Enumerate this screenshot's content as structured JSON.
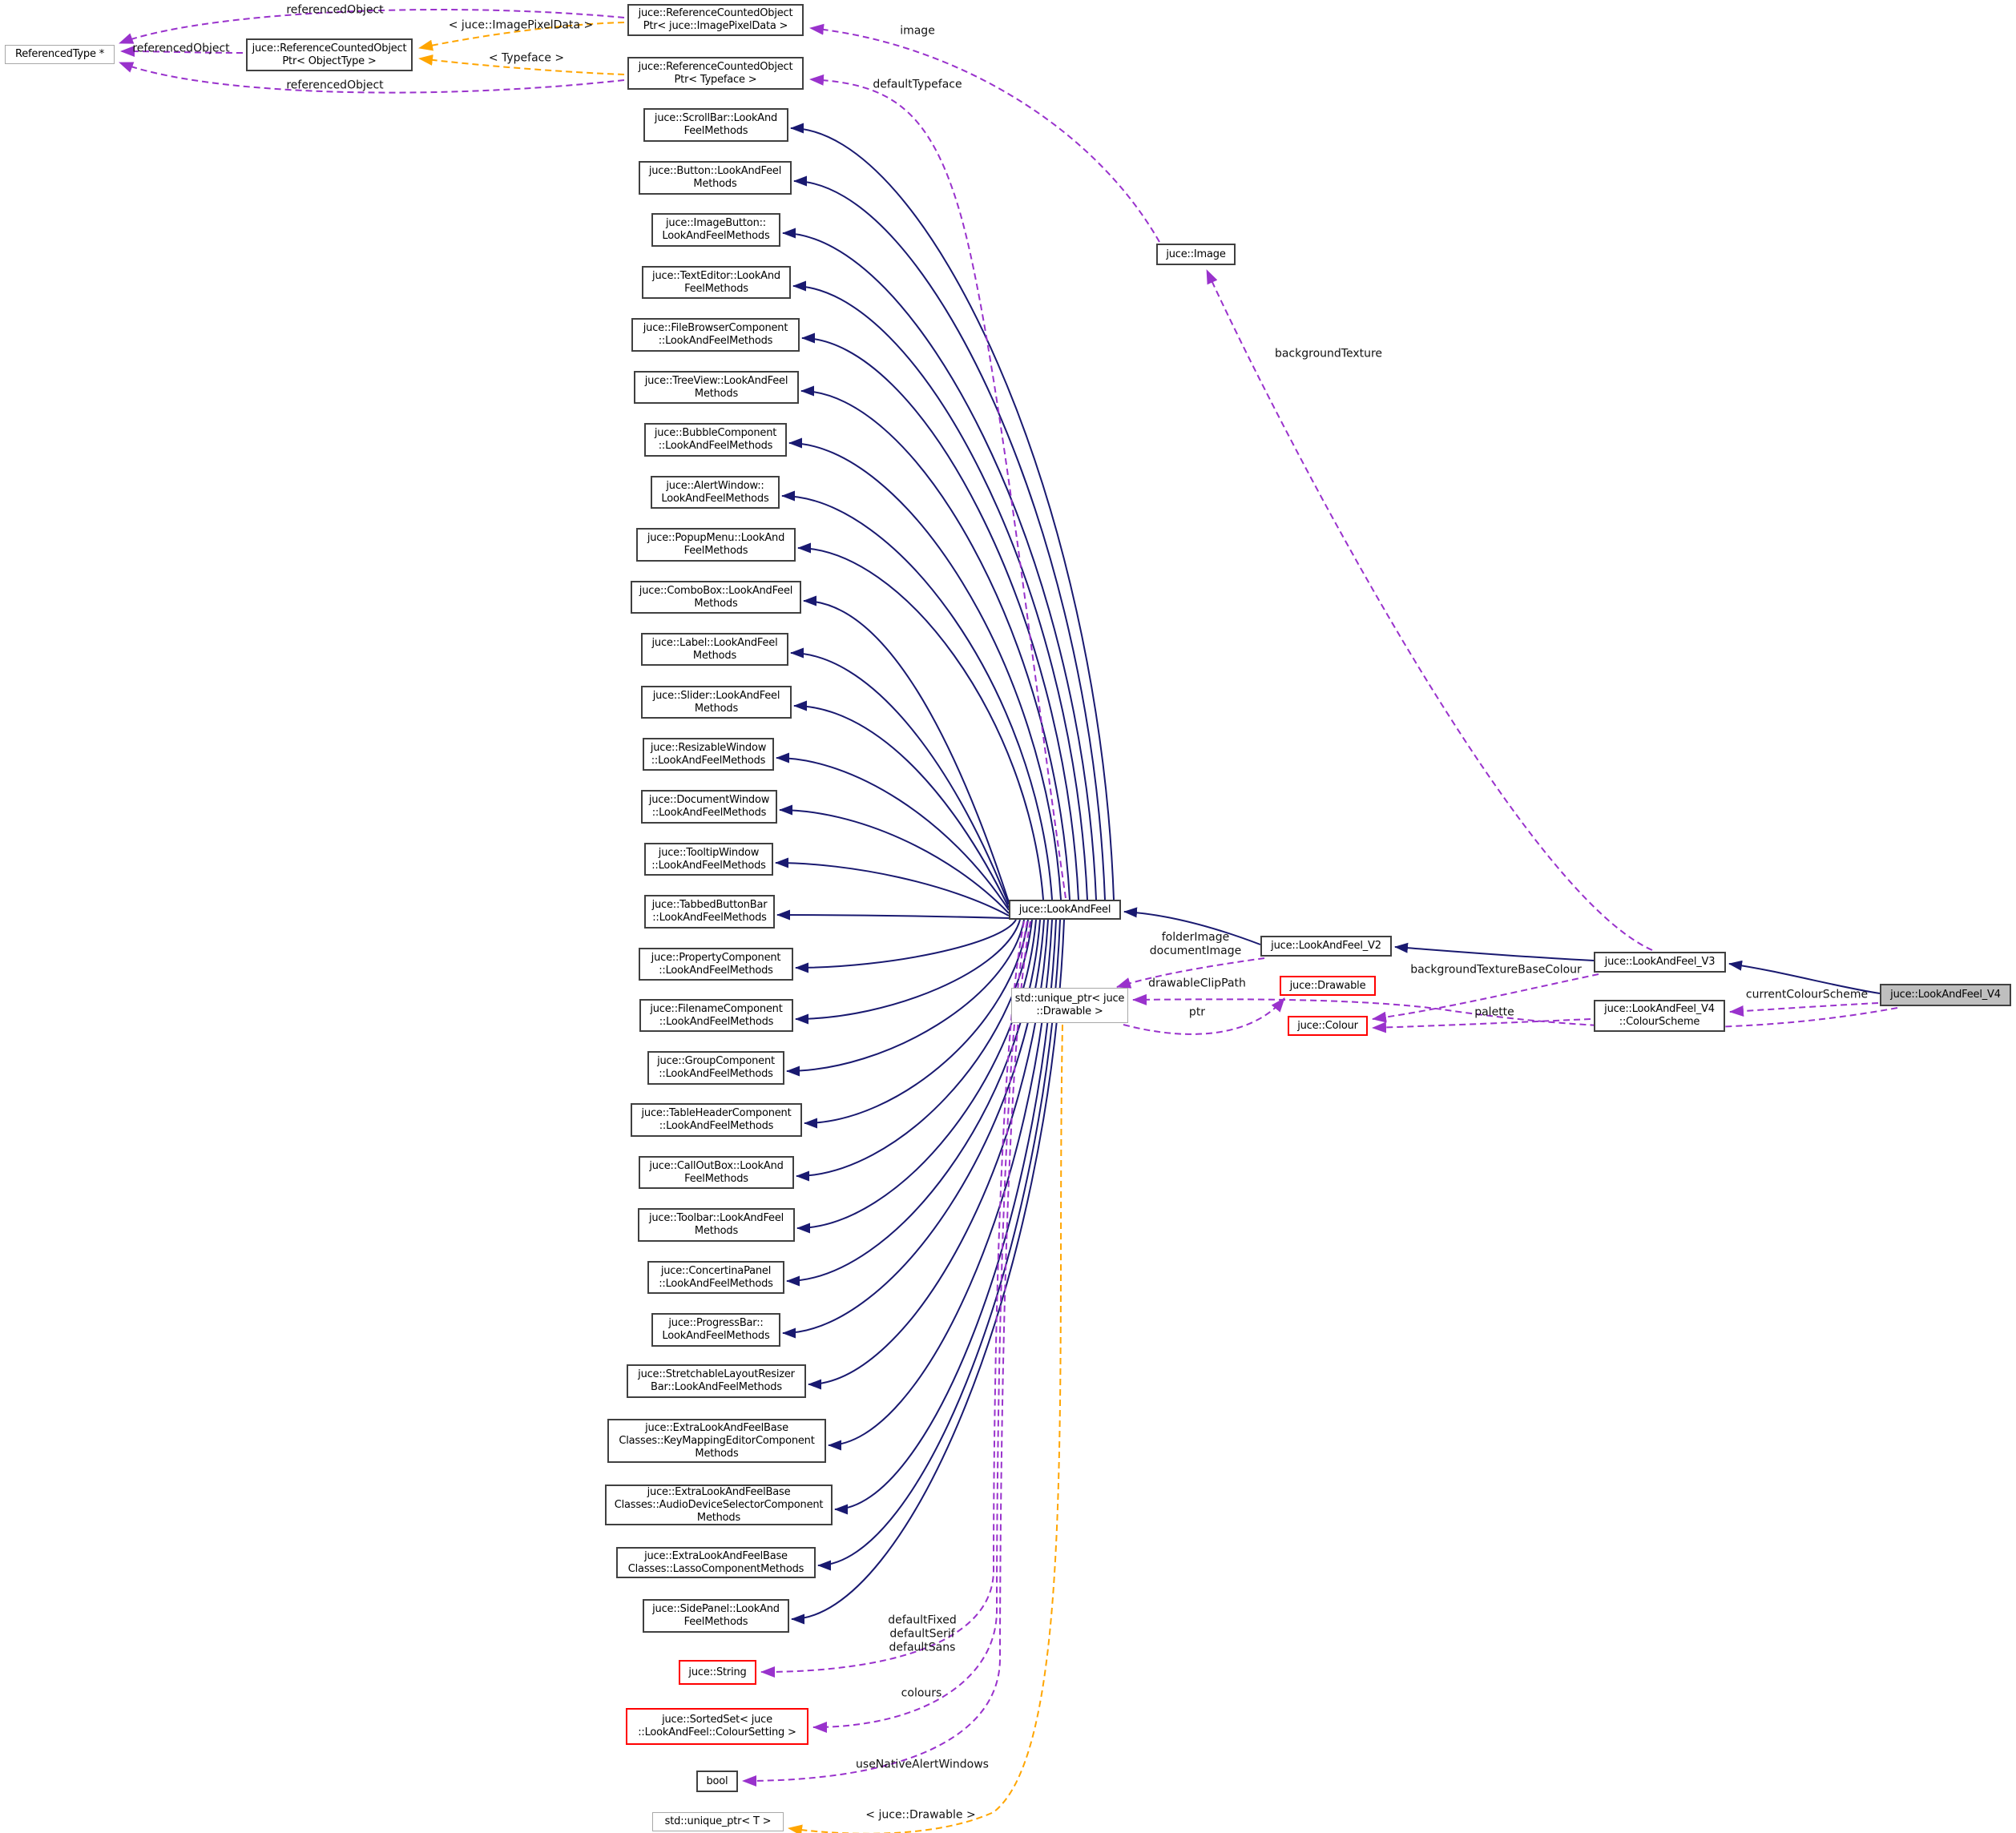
{
  "diagram": {
    "type": "doxygen-collaboration-graph",
    "target_class": "juce::LookAndFeel_V4",
    "colors": {
      "inheritance_edge": "#191970",
      "usage_edge": "#9932cc",
      "template_edge": "#ffa500",
      "node_border": "#404040",
      "external_node_border": "#ff0000",
      "helper_node_border": "#a8a8a8",
      "target_node_fill": "#bfbfbf",
      "background": "#ffffff"
    }
  },
  "nodes": [
    {
      "id": "referencedtype",
      "label": "ReferencedType *",
      "kind": "gray"
    },
    {
      "id": "rco_objecttype",
      "label": "juce::ReferenceCountedObject\nPtr< ObjectType >",
      "kind": "normal"
    },
    {
      "id": "rco_imagepixeldata",
      "label": "juce::ReferenceCountedObject\nPtr< juce::ImagePixelData >",
      "kind": "normal"
    },
    {
      "id": "rco_typeface",
      "label": "juce::ReferenceCountedObject\nPtr< Typeface >",
      "kind": "normal"
    },
    {
      "id": "image",
      "label": "juce::Image",
      "kind": "normal"
    },
    {
      "id": "scrollbar",
      "label": "juce::ScrollBar::LookAnd\nFeelMethods",
      "kind": "normal"
    },
    {
      "id": "button",
      "label": "juce::Button::LookAndFeel\nMethods",
      "kind": "normal"
    },
    {
      "id": "imagebutton",
      "label": "juce::ImageButton::\nLookAndFeelMethods",
      "kind": "normal"
    },
    {
      "id": "texteditor",
      "label": "juce::TextEditor::LookAnd\nFeelMethods",
      "kind": "normal"
    },
    {
      "id": "filebrowser",
      "label": "juce::FileBrowserComponent\n::LookAndFeelMethods",
      "kind": "normal"
    },
    {
      "id": "treeview",
      "label": "juce::TreeView::LookAndFeel\nMethods",
      "kind": "normal"
    },
    {
      "id": "bubble",
      "label": "juce::BubbleComponent\n::LookAndFeelMethods",
      "kind": "normal"
    },
    {
      "id": "alertwindow",
      "label": "juce::AlertWindow::\nLookAndFeelMethods",
      "kind": "normal"
    },
    {
      "id": "popupmenu",
      "label": "juce::PopupMenu::LookAnd\nFeelMethods",
      "kind": "normal"
    },
    {
      "id": "combobox",
      "label": "juce::ComboBox::LookAndFeel\nMethods",
      "kind": "normal"
    },
    {
      "id": "label",
      "label": "juce::Label::LookAndFeel\nMethods",
      "kind": "normal"
    },
    {
      "id": "slider",
      "label": "juce::Slider::LookAndFeel\nMethods",
      "kind": "normal"
    },
    {
      "id": "resizablewindow",
      "label": "juce::ResizableWindow\n::LookAndFeelMethods",
      "kind": "normal"
    },
    {
      "id": "documentwindow",
      "label": "juce::DocumentWindow\n::LookAndFeelMethods",
      "kind": "normal"
    },
    {
      "id": "tooltipwindow",
      "label": "juce::TooltipWindow\n::LookAndFeelMethods",
      "kind": "normal"
    },
    {
      "id": "tabbedbuttonbar",
      "label": "juce::TabbedButtonBar\n::LookAndFeelMethods",
      "kind": "normal"
    },
    {
      "id": "propertycomponent",
      "label": "juce::PropertyComponent\n::LookAndFeelMethods",
      "kind": "normal"
    },
    {
      "id": "filenamecomponent",
      "label": "juce::FilenameComponent\n::LookAndFeelMethods",
      "kind": "normal"
    },
    {
      "id": "groupcomponent",
      "label": "juce::GroupComponent\n::LookAndFeelMethods",
      "kind": "normal"
    },
    {
      "id": "tableheader",
      "label": "juce::TableHeaderComponent\n::LookAndFeelMethods",
      "kind": "normal"
    },
    {
      "id": "calloutbox",
      "label": "juce::CallOutBox::LookAnd\nFeelMethods",
      "kind": "normal"
    },
    {
      "id": "toolbar",
      "label": "juce::Toolbar::LookAndFeel\nMethods",
      "kind": "normal"
    },
    {
      "id": "concertina",
      "label": "juce::ConcertinaPanel\n::LookAndFeelMethods",
      "kind": "normal"
    },
    {
      "id": "progressbar",
      "label": "juce::ProgressBar::\nLookAndFeelMethods",
      "kind": "normal"
    },
    {
      "id": "stretchable",
      "label": "juce::StretchableLayoutResizer\nBar::LookAndFeelMethods",
      "kind": "normal"
    },
    {
      "id": "keymapping",
      "label": "juce::ExtraLookAndFeelBase\nClasses::KeyMappingEditorComponent\nMethods",
      "kind": "normal"
    },
    {
      "id": "audiodevice",
      "label": "juce::ExtraLookAndFeelBase\nClasses::AudioDeviceSelectorComponent\nMethods",
      "kind": "normal"
    },
    {
      "id": "lasso",
      "label": "juce::ExtraLookAndFeelBase\nClasses::LassoComponentMethods",
      "kind": "normal"
    },
    {
      "id": "sidepanel",
      "label": "juce::SidePanel::LookAnd\nFeelMethods",
      "kind": "normal"
    },
    {
      "id": "string",
      "label": "juce::String",
      "kind": "red"
    },
    {
      "id": "sortedset",
      "label": "juce::SortedSet< juce\n::LookAndFeel::ColourSetting >",
      "kind": "red"
    },
    {
      "id": "bool",
      "label": "bool",
      "kind": "plain"
    },
    {
      "id": "uniqueptr_t",
      "label": "std::unique_ptr< T >",
      "kind": "gray"
    },
    {
      "id": "lookandfeel",
      "label": "juce::LookAndFeel",
      "kind": "normal"
    },
    {
      "id": "uniqueptr_drawable",
      "label": "std::unique_ptr< juce\n::Drawable >",
      "kind": "gray"
    },
    {
      "id": "lookandfeel_v2",
      "label": "juce::LookAndFeel_V2",
      "kind": "normal"
    },
    {
      "id": "drawable",
      "label": "juce::Drawable",
      "kind": "red"
    },
    {
      "id": "colour",
      "label": "juce::Colour",
      "kind": "red"
    },
    {
      "id": "lookandfeel_v3",
      "label": "juce::LookAndFeel_V3",
      "kind": "normal"
    },
    {
      "id": "colourscheme",
      "label": "juce::LookAndFeel_V4\n::ColourScheme",
      "kind": "normal"
    },
    {
      "id": "lookandfeel_v4",
      "label": "juce::LookAndFeel_V4",
      "kind": "target"
    }
  ],
  "edges": [
    {
      "id": "inh-scrollbar",
      "from": "lookandfeel",
      "to": "scrollbar",
      "kind": "inherit"
    },
    {
      "id": "inh-button",
      "from": "lookandfeel",
      "to": "button",
      "kind": "inherit"
    },
    {
      "id": "inh-imagebutton",
      "from": "lookandfeel",
      "to": "imagebutton",
      "kind": "inherit"
    },
    {
      "id": "inh-texteditor",
      "from": "lookandfeel",
      "to": "texteditor",
      "kind": "inherit"
    },
    {
      "id": "inh-filebrowser",
      "from": "lookandfeel",
      "to": "filebrowser",
      "kind": "inherit"
    },
    {
      "id": "inh-treeview",
      "from": "lookandfeel",
      "to": "treeview",
      "kind": "inherit"
    },
    {
      "id": "inh-bubble",
      "from": "lookandfeel",
      "to": "bubble",
      "kind": "inherit"
    },
    {
      "id": "inh-alertwindow",
      "from": "lookandfeel",
      "to": "alertwindow",
      "kind": "inherit"
    },
    {
      "id": "inh-popupmenu",
      "from": "lookandfeel",
      "to": "popupmenu",
      "kind": "inherit"
    },
    {
      "id": "inh-combobox",
      "from": "lookandfeel",
      "to": "combobox",
      "kind": "inherit"
    },
    {
      "id": "inh-label",
      "from": "lookandfeel",
      "to": "label",
      "kind": "inherit"
    },
    {
      "id": "inh-slider",
      "from": "lookandfeel",
      "to": "slider",
      "kind": "inherit"
    },
    {
      "id": "inh-resizablewindow",
      "from": "lookandfeel",
      "to": "resizablewindow",
      "kind": "inherit"
    },
    {
      "id": "inh-documentwindow",
      "from": "lookandfeel",
      "to": "documentwindow",
      "kind": "inherit"
    },
    {
      "id": "inh-tooltipwindow",
      "from": "lookandfeel",
      "to": "tooltipwindow",
      "kind": "inherit"
    },
    {
      "id": "inh-tabbedbuttonbar",
      "from": "lookandfeel",
      "to": "tabbedbuttonbar",
      "kind": "inherit"
    },
    {
      "id": "inh-propertycomponent",
      "from": "lookandfeel",
      "to": "propertycomponent",
      "kind": "inherit"
    },
    {
      "id": "inh-filenamecomponent",
      "from": "lookandfeel",
      "to": "filenamecomponent",
      "kind": "inherit"
    },
    {
      "id": "inh-groupcomponent",
      "from": "lookandfeel",
      "to": "groupcomponent",
      "kind": "inherit"
    },
    {
      "id": "inh-tableheader",
      "from": "lookandfeel",
      "to": "tableheader",
      "kind": "inherit"
    },
    {
      "id": "inh-calloutbox",
      "from": "lookandfeel",
      "to": "calloutbox",
      "kind": "inherit"
    },
    {
      "id": "inh-toolbar",
      "from": "lookandfeel",
      "to": "toolbar",
      "kind": "inherit"
    },
    {
      "id": "inh-concertina",
      "from": "lookandfeel",
      "to": "concertina",
      "kind": "inherit"
    },
    {
      "id": "inh-progressbar",
      "from": "lookandfeel",
      "to": "progressbar",
      "kind": "inherit"
    },
    {
      "id": "inh-stretchable",
      "from": "lookandfeel",
      "to": "stretchable",
      "kind": "inherit"
    },
    {
      "id": "inh-keymapping",
      "from": "lookandfeel",
      "to": "keymapping",
      "kind": "inherit"
    },
    {
      "id": "inh-audiodevice",
      "from": "lookandfeel",
      "to": "audiodevice",
      "kind": "inherit"
    },
    {
      "id": "inh-lasso",
      "from": "lookandfeel",
      "to": "lasso",
      "kind": "inherit"
    },
    {
      "id": "inh-sidepanel",
      "from": "lookandfeel",
      "to": "sidepanel",
      "kind": "inherit"
    },
    {
      "id": "inh-v2",
      "from": "lookandfeel_v2",
      "to": "lookandfeel",
      "kind": "inherit"
    },
    {
      "id": "inh-v3",
      "from": "lookandfeel_v3",
      "to": "lookandfeel_v2",
      "kind": "inherit"
    },
    {
      "id": "inh-v4",
      "from": "lookandfeel_v4",
      "to": "lookandfeel_v3",
      "kind": "inherit"
    },
    {
      "id": "ref-mid",
      "from": "rco_objecttype",
      "to": "referencedtype",
      "kind": "usage",
      "label": "referencedObject"
    },
    {
      "id": "ref-top",
      "from": "rco_imagepixeldata",
      "to": "referencedtype",
      "kind": "usage",
      "label": "referencedObject"
    },
    {
      "id": "ref-bot",
      "from": "rco_typeface",
      "to": "referencedtype",
      "kind": "usage",
      "label": "referencedObject"
    },
    {
      "id": "tmpl-ipd",
      "from": "rco_imagepixeldata",
      "to": "rco_objecttype",
      "kind": "template",
      "label": "< juce::ImagePixelData >"
    },
    {
      "id": "tmpl-tf",
      "from": "rco_typeface",
      "to": "rco_objecttype",
      "kind": "template",
      "label": "< Typeface >"
    },
    {
      "id": "use-image",
      "from": "image",
      "to": "rco_imagepixeldata",
      "kind": "usage",
      "label": "image"
    },
    {
      "id": "use-defaulttypeface",
      "from": "lookandfeel",
      "to": "rco_typeface",
      "kind": "usage",
      "label": "defaultTypeface"
    },
    {
      "id": "use-backgroundtexture",
      "from": "lookandfeel_v3",
      "to": "image",
      "kind": "usage",
      "label": "backgroundTexture"
    },
    {
      "id": "use-folderimage",
      "from": "lookandfeel_v2",
      "to": "uniqueptr_drawable",
      "kind": "usage",
      "label": "folderImage\ndocumentImage"
    },
    {
      "id": "use-drawableclippath",
      "from": "lookandfeel_v4",
      "to": "uniqueptr_drawable",
      "kind": "usage",
      "label": "drawableClipPath"
    },
    {
      "id": "use-ptr",
      "from": "uniqueptr_drawable",
      "to": "drawable",
      "kind": "usage",
      "label": "ptr"
    },
    {
      "id": "use-bgtbc",
      "from": "lookandfeel_v3",
      "to": "colour",
      "kind": "usage",
      "label": "backgroundTextureBaseColour"
    },
    {
      "id": "use-palette",
      "from": "colourscheme",
      "to": "colour",
      "kind": "usage",
      "label": "palette"
    },
    {
      "id": "use-currentcolourscheme",
      "from": "lookandfeel_v4",
      "to": "colourscheme",
      "kind": "usage",
      "label": "currentColourScheme"
    },
    {
      "id": "use-defaultfonts",
      "from": "lookandfeel",
      "to": "string",
      "kind": "usage",
      "label": "defaultFixed\ndefaultSerif\ndefaultSans"
    },
    {
      "id": "use-colours",
      "from": "lookandfeel",
      "to": "sortedset",
      "kind": "usage",
      "label": "colours"
    },
    {
      "id": "use-usenative",
      "from": "lookandfeel",
      "to": "bool",
      "kind": "usage",
      "label": "useNativeAlertWindows"
    },
    {
      "id": "tmpl-drawable",
      "from": "uniqueptr_drawable",
      "to": "uniqueptr_t",
      "kind": "template",
      "label": "< juce::Drawable >"
    }
  ]
}
